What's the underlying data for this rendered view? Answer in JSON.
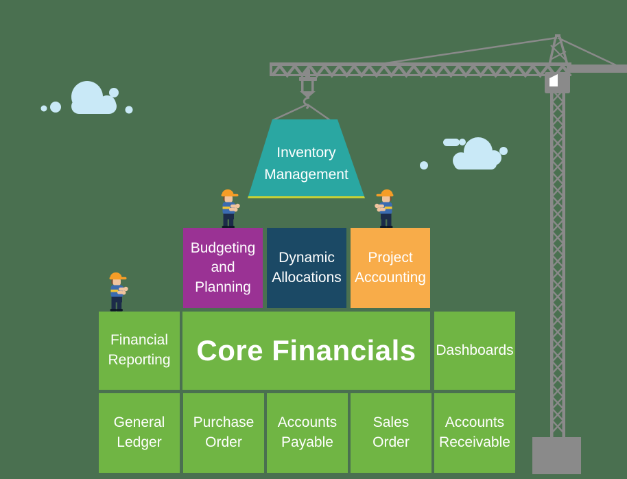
{
  "scene": {
    "type": "infographic-diagram",
    "theme": "ERP financial modules drawn as building blocks being assembled by a tower crane and construction workers",
    "background_color": "#4A7050",
    "text_color": "#FFFFFF"
  },
  "colors": {
    "green_block": "#70B544",
    "purple_block": "#9A3294",
    "navy_block": "#1B4965",
    "orange_block": "#F8AC49",
    "teal_block": "#2AA7A2",
    "teal_block_bottom_edge": "#C6D137",
    "crane_gray": "#8A8A8A",
    "cloud_blue": "#C9E9F7",
    "worker_cap_orange": "#F59D27"
  },
  "blocks": {
    "inventory_management": {
      "line1": "Inventory",
      "line2": "Management",
      "color": "#2AA7A2"
    },
    "budgeting_and_planning": {
      "line1": "Budgeting",
      "line2": "and",
      "line3": "Planning",
      "color": "#9A3294"
    },
    "dynamic_allocations": {
      "line1": "Dynamic",
      "line2": "Allocations",
      "color": "#1B4965"
    },
    "project_accounting": {
      "line1": "Project",
      "line2": "Accounting",
      "color": "#F8AC49"
    },
    "financial_reporting": {
      "line1": "Financial",
      "line2": "Reporting",
      "color": "#70B544"
    },
    "core_financials": {
      "label": "Core Financials",
      "color": "#70B544"
    },
    "dashboards": {
      "label": "Dashboards",
      "color": "#70B544"
    },
    "general_ledger": {
      "line1": "General",
      "line2": "Ledger",
      "color": "#70B544"
    },
    "purchase_order": {
      "line1": "Purchase",
      "line2": "Order",
      "color": "#70B544"
    },
    "accounts_payable": {
      "line1": "Accounts",
      "line2": "Payable",
      "color": "#70B544"
    },
    "sales_order": {
      "line1": "Sales",
      "line2": "Order",
      "color": "#70B544"
    },
    "accounts_receivable": {
      "line1": "Accounts",
      "line2": "Receivable",
      "color": "#70B544"
    }
  },
  "icons": {
    "crane": "tower-crane-icon",
    "cloud_left": "cloud-icon",
    "cloud_right": "cloud-icon",
    "workers": "construction-worker-icon"
  }
}
